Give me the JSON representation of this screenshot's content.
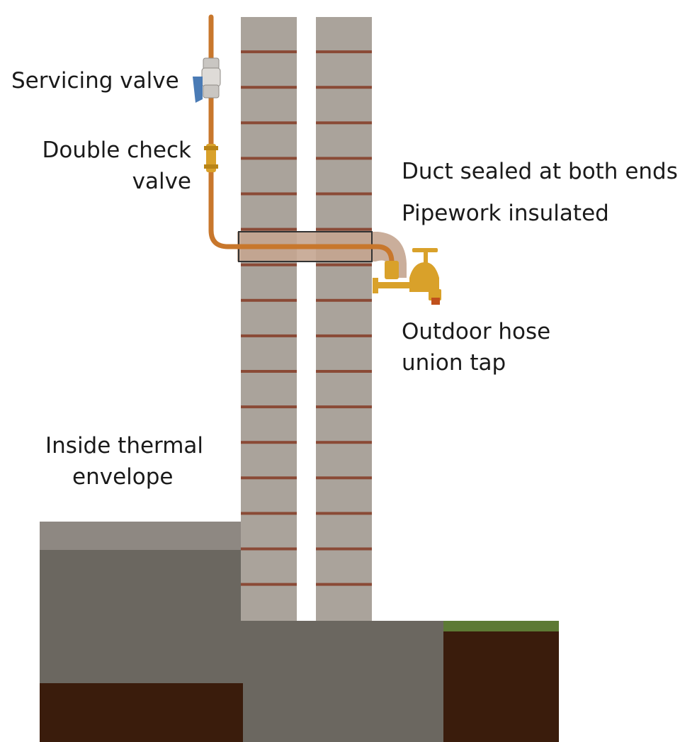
{
  "labels": {
    "servicing_valve": "Servicing valve",
    "double_check_valve": [
      "Double check",
      "valve"
    ],
    "duct_sealed": "Duct sealed at both ends",
    "pipework_insulated": "Pipework insulated",
    "outdoor_tap": [
      "Outdoor hose",
      "union tap"
    ],
    "inside_envelope": [
      "Inside thermal",
      "envelope"
    ]
  },
  "colors": {
    "brick": "#aaa39b",
    "mortar": "#8a4a36",
    "copper_pipe": "#c8772c",
    "brass": "#d9a12a",
    "valve_handle": "#4a7bb5",
    "concrete_light": "#8e8882",
    "concrete": "#6b6760",
    "soil": "#3a1c0c",
    "grass": "#5d7a35",
    "insulation": "#c4a590"
  },
  "icons": [
    "servicing-valve-icon",
    "double-check-valve-icon",
    "hose-union-tap-icon"
  ]
}
